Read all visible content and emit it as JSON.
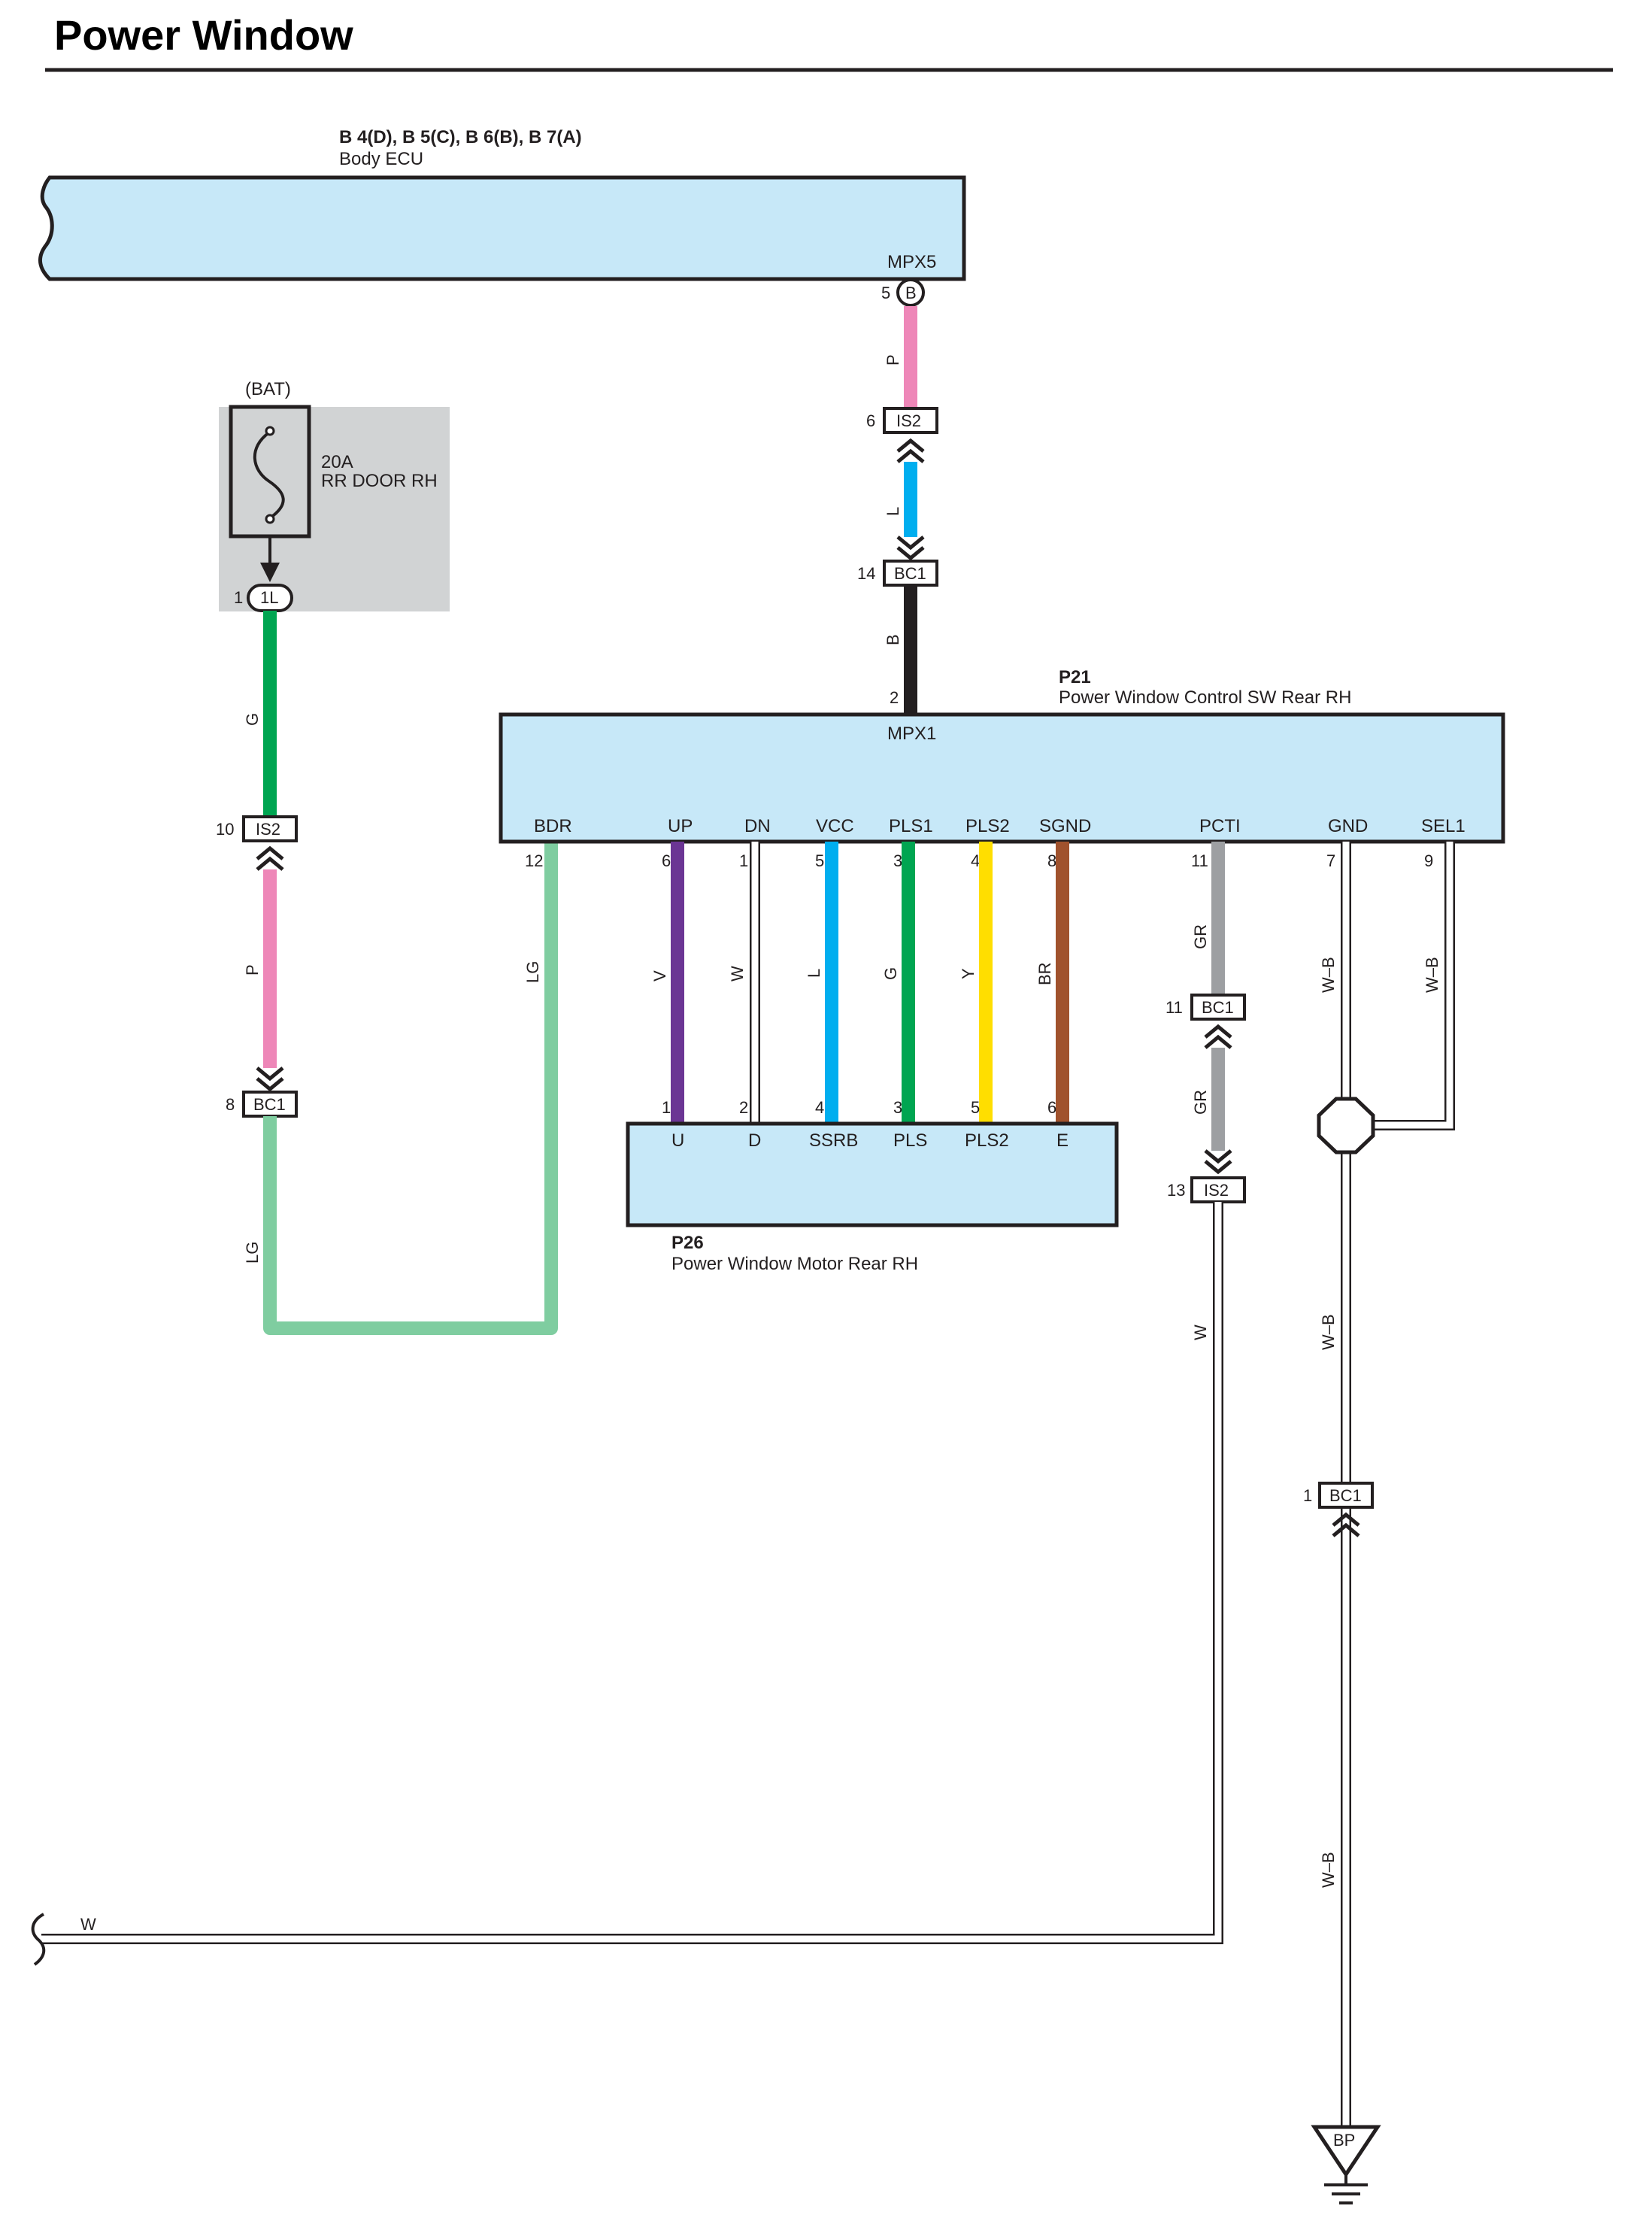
{
  "title": "Power Window",
  "colors": {
    "component_fill": "#c7e8f8",
    "fuse_box_fill": "#d1d3d4",
    "outline": "#231f20",
    "pink": "#ee87b8",
    "blue": "#00aeef",
    "black": "#231f20",
    "green": "#00a551",
    "light_green": "#7fcda0",
    "violet": "#6b3594",
    "yellow": "#ffde00",
    "brown": "#a0522d",
    "gray": "#9d9fa2"
  },
  "body_ecu": {
    "connectors": "B 4(D), B 5(C), B 6(B), B 7(A)",
    "name": "Body ECU",
    "terminal": "MPX5",
    "pin_number": "5",
    "pin_code": "B"
  },
  "fuse": {
    "source": "(BAT)",
    "rating": "20A",
    "name": "RR DOOR RH",
    "junction_pin": "1",
    "junction_code": "1L"
  },
  "control_switch": {
    "code": "P21",
    "name": "Power Window Control SW Rear RH",
    "top_terminal": "MPX1",
    "top_pin": "2",
    "terminals": [
      {
        "label": "BDR",
        "pin": "12"
      },
      {
        "label": "UP",
        "pin": "6"
      },
      {
        "label": "DN",
        "pin": "1"
      },
      {
        "label": "VCC",
        "pin": "5"
      },
      {
        "label": "PLS1",
        "pin": "3"
      },
      {
        "label": "PLS2",
        "pin": "4"
      },
      {
        "label": "SGND",
        "pin": "8"
      },
      {
        "label": "PCTI",
        "pin": "11"
      },
      {
        "label": "GND",
        "pin": "7"
      },
      {
        "label": "SEL1",
        "pin": "9"
      }
    ]
  },
  "motor": {
    "code": "P26",
    "name": "Power Window Motor Rear RH",
    "terminals": [
      {
        "label": "U",
        "pin": "1"
      },
      {
        "label": "D",
        "pin": "2"
      },
      {
        "label": "SSRB",
        "pin": "4"
      },
      {
        "label": "PLS",
        "pin": "3"
      },
      {
        "label": "PLS2",
        "pin": "5"
      },
      {
        "label": "E",
        "pin": "6"
      }
    ]
  },
  "connectors": {
    "ecu_is2": {
      "pin": "6",
      "name": "IS2"
    },
    "ecu_bc1": {
      "pin": "14",
      "name": "BC1"
    },
    "fuse_is2": {
      "pin": "10",
      "name": "IS2"
    },
    "fuse_bc1": {
      "pin": "8",
      "name": "BC1"
    },
    "pcti_bc1": {
      "pin": "11",
      "name": "BC1"
    },
    "pcti_is2": {
      "pin": "13",
      "name": "IS2"
    },
    "gnd_bc1": {
      "pin": "1",
      "name": "BC1"
    }
  },
  "wire_colors": {
    "ecu_to_is2": "P",
    "is2_to_bc1": "L",
    "bc1_to_sw": "B",
    "fuse_to_is2": "G",
    "is2_to_bc1_left": "P",
    "bc1_to_bdr_left": "LG",
    "bdr": "LG",
    "up": "V",
    "dn": "W",
    "vcc": "L",
    "pls1": "G",
    "pls2": "Y",
    "sgnd": "BR",
    "pcti_upper": "GR",
    "pcti_lower": "GR",
    "pcti_out": "W",
    "gnd_upper": "W–B",
    "sel1": "W–B",
    "gnd_mid": "W–B",
    "gnd_lower": "W–B",
    "bottom_w": "W"
  },
  "ground": "BP"
}
